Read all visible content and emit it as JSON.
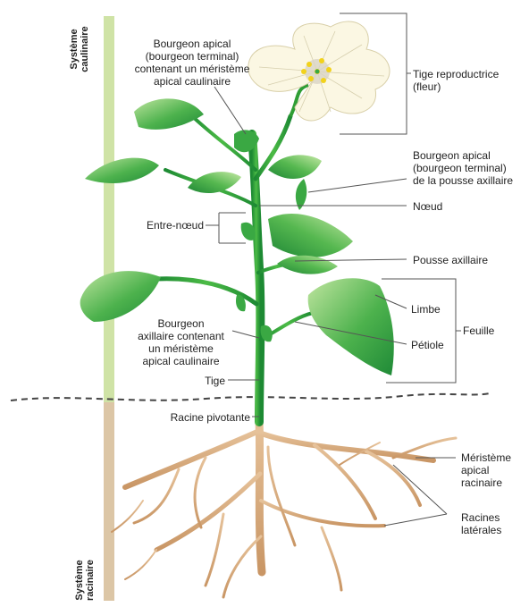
{
  "bars": {
    "shoot_system": "Système\ncaulinaire",
    "root_system": "Système\nracinaire"
  },
  "labels": {
    "apical_bud": "Bourgeon apical\n(bourgeon terminal)\ncontenant un méristème\napical caulinaire",
    "reproductive_shoot": "Tige reproductrice\n(fleur)",
    "axillary_apical_bud": "Bourgeon apical\n(bourgeon terminal)\nde la pousse axillaire",
    "node": "Nœud",
    "internode": "Entre-nœud",
    "axillary_shoot": "Pousse axillaire",
    "blade": "Limbe",
    "leaf": "Feuille",
    "petiole": "Pétiole",
    "axillary_bud": "Bourgeon\naxillaire contenant\nun méristème\napical caulinaire",
    "stem": "Tige",
    "taproot": "Racine pivotante",
    "root_apical_meristem": "Méristème\napical\nracinaire",
    "lateral_roots": "Racines\nlatérales"
  },
  "colors": {
    "shoot_bar": "#cfe3a6",
    "root_bar": "#dcc6a6",
    "stem": "#2f9e35",
    "leaf_dark": "#2e9a3c",
    "leaf_light": "#a9d98a",
    "root": "#d2a173",
    "petal": "#fbf7e3",
    "stamen": "#f2d21b"
  }
}
